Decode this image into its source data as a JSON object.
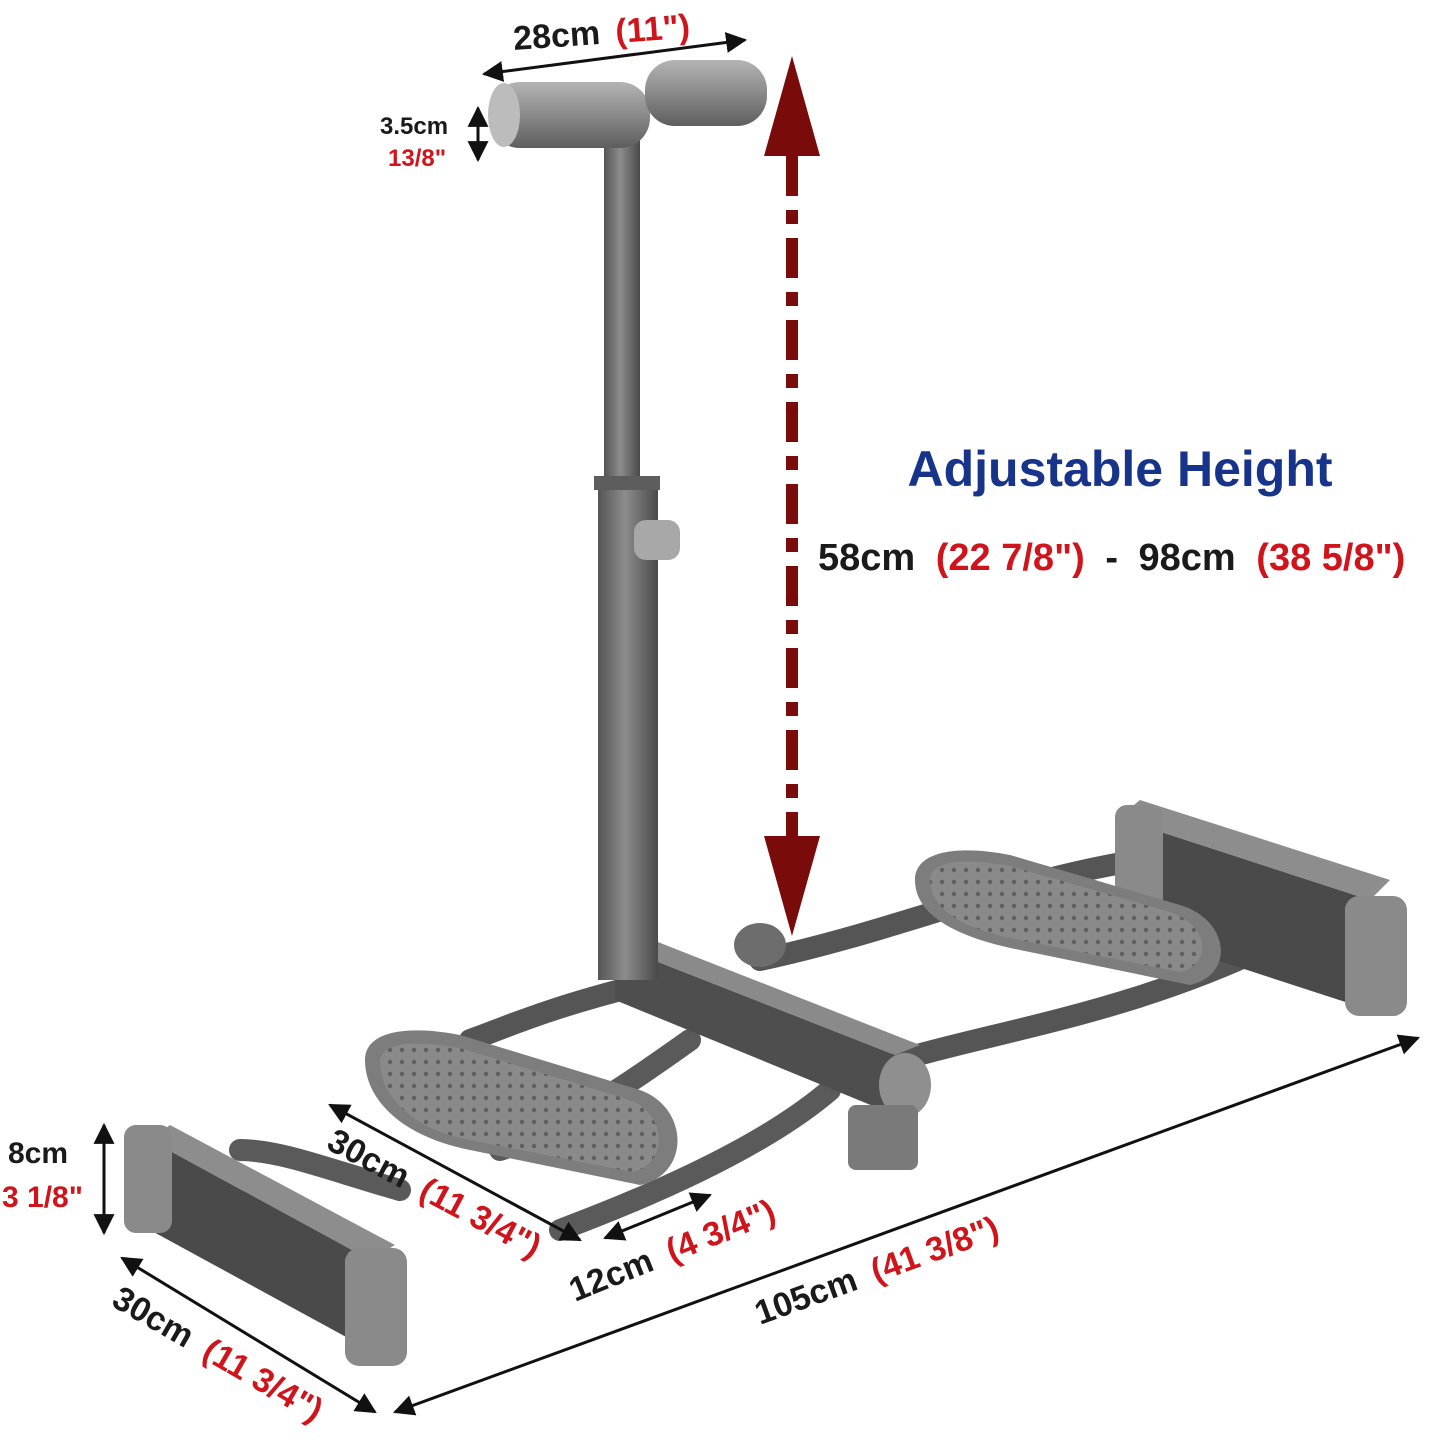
{
  "colors": {
    "background": "#ffffff",
    "frame": "#6e6e6e",
    "frame_dark": "#4c4c4c",
    "frame_light": "#9a9a9a",
    "arrow_height": "#7a0b0b",
    "heading": "#17348a",
    "metric": "#1a1a1a",
    "imperial": "#d0141c"
  },
  "heading": {
    "text": "Adjustable Height"
  },
  "height_range": {
    "min_cm": "58cm",
    "min_in": "(22 7/8\")",
    "separator": "-",
    "max_cm": "98cm",
    "max_in": "(38 5/8\")"
  },
  "dimensions": {
    "handle_width": {
      "metric": "28cm",
      "imperial": "(11\")"
    },
    "handle_diameter": {
      "metric": "3.5cm",
      "imperial": "13/8\""
    },
    "base_height": {
      "metric": "8cm",
      "imperial": "3 1/8\""
    },
    "base_width": {
      "metric": "30cm",
      "imperial": "(11 3/4\")"
    },
    "pedal_length": {
      "metric": "30cm",
      "imperial": "(11 3/4\")"
    },
    "pedal_width": {
      "metric": "12cm",
      "imperial": "(4 3/4\")"
    },
    "total_length": {
      "metric": "105cm",
      "imperial": "(41 3/8\")"
    }
  }
}
